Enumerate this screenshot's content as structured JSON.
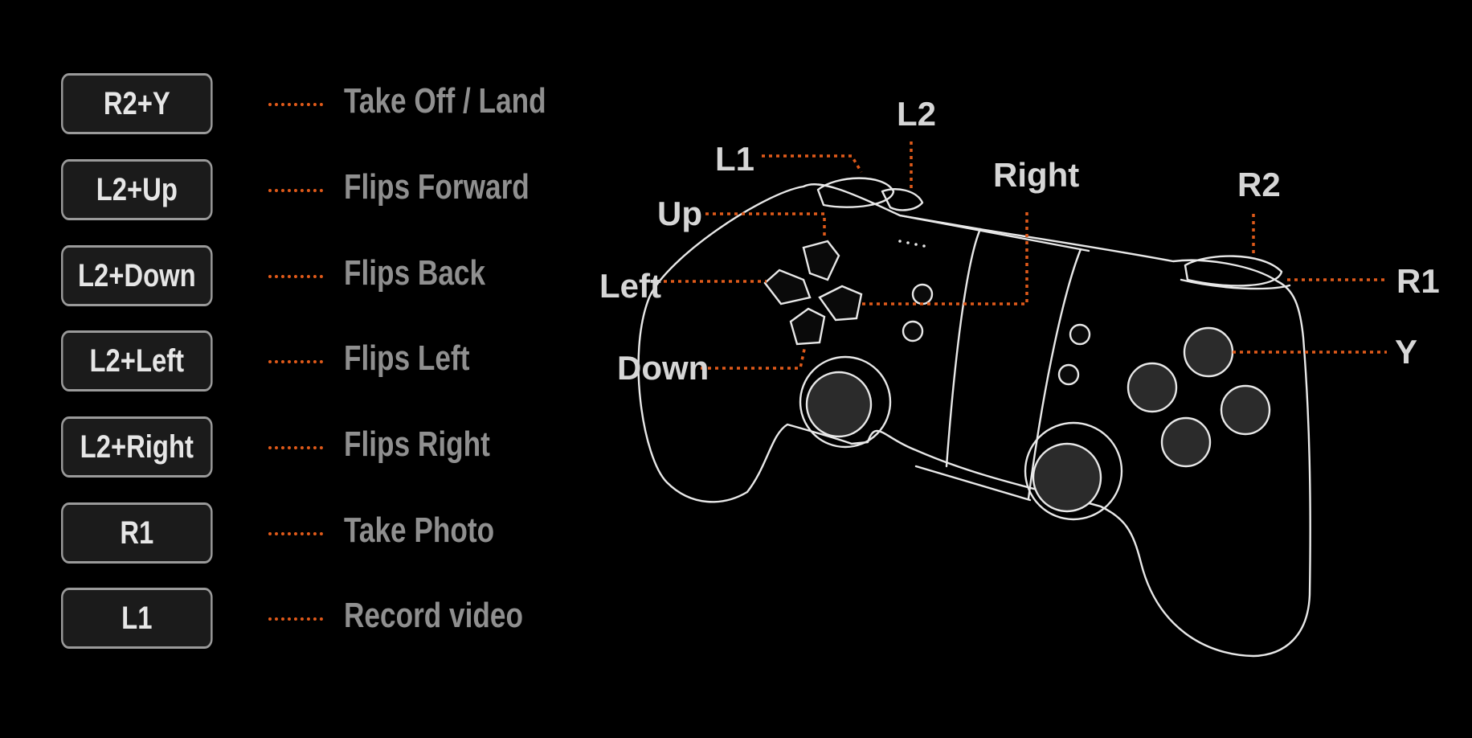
{
  "colors": {
    "background": "#000000",
    "accent_leader": "#e05a1a",
    "combo_border": "#9a9a9a",
    "combo_text": "#e6e6e6",
    "action_text": "#8f8f8f",
    "controller_label": "#d6d6d6"
  },
  "mappings": [
    {
      "combo": "R2+Y",
      "action": "Take Off / Land"
    },
    {
      "combo": "L2+Up",
      "action": "Flips Forward"
    },
    {
      "combo": "L2+Down",
      "action": "Flips Back"
    },
    {
      "combo": "L2+Left",
      "action": "Flips Left"
    },
    {
      "combo": "L2+Right",
      "action": "Flips Right"
    },
    {
      "combo": "R1",
      "action": "Take Photo"
    },
    {
      "combo": "L1",
      "action": "Record video"
    }
  ],
  "controller": {
    "labels": {
      "l2": "L2",
      "l1": "L1",
      "up": "Up",
      "left": "Left",
      "down": "Down",
      "right": "Right",
      "r2": "R2",
      "r1": "R1",
      "y": "Y"
    }
  }
}
